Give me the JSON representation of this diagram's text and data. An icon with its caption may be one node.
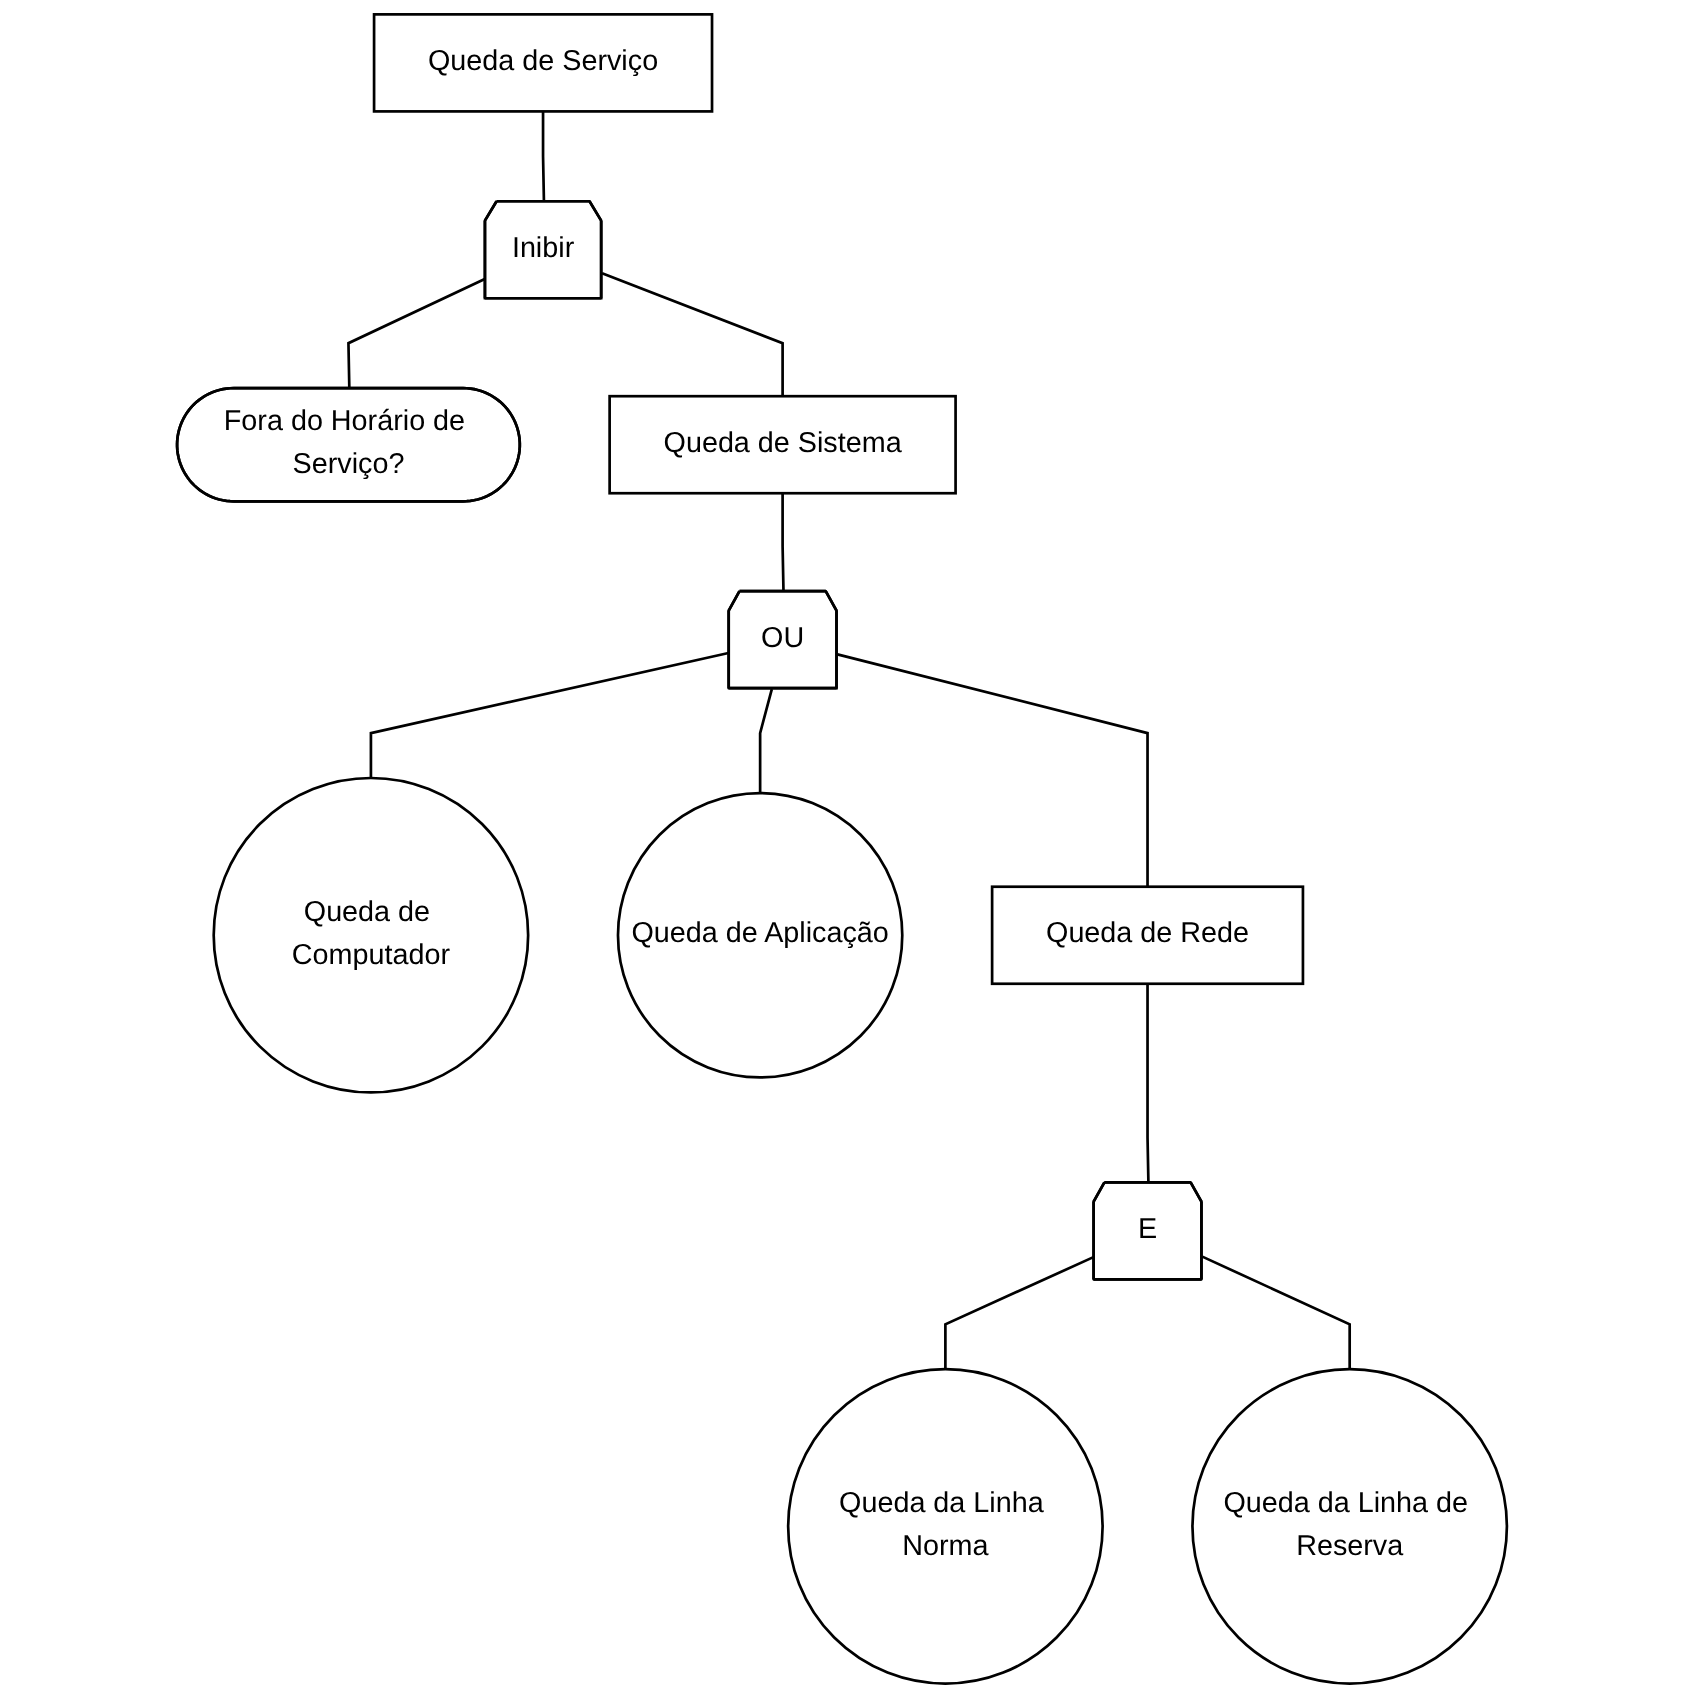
{
  "diagram": {
    "nodes": [
      {
        "text": [
          "Queda de Serviço"
        ]
      },
      {
        "text": [
          "Inibir"
        ]
      },
      {
        "text": [
          "Fora do Horário de Serviço?"
        ]
      },
      {
        "text": [
          "Queda de Sistema"
        ]
      },
      {
        "text": [
          "OU"
        ]
      },
      {
        "text": [
          "Queda de Computador"
        ]
      },
      {
        "text": [
          "Queda de Aplicação"
        ]
      },
      {
        "text": [
          "Queda de Rede"
        ]
      },
      {
        "text": [
          "E"
        ]
      },
      {
        "text": [
          "Queda da Linha Norma"
        ]
      },
      {
        "text": [
          "Queda da Linha de Reserva"
        ]
      }
    ],
    "edges": [
      {
        "from": 0,
        "to": 1,
        "arrow": "none"
      },
      {
        "from": 1,
        "to": 2,
        "arrow": "none"
      },
      {
        "from": 1,
        "to": 3,
        "arrow": "none"
      },
      {
        "from": 3,
        "to": 4,
        "arrow": "none"
      },
      {
        "from": 4,
        "to": 5,
        "arrow": "none"
      },
      {
        "from": 4,
        "to": 6,
        "arrow": "none"
      },
      {
        "from": 4,
        "to": 7,
        "arrow": "none"
      },
      {
        "from": 7,
        "to": 8,
        "arrow": "none"
      },
      {
        "from": 8,
        "to": 9,
        "arrow": "none"
      },
      {
        "from": 8,
        "to": 10,
        "arrow": "none"
      }
    ]
  }
}
